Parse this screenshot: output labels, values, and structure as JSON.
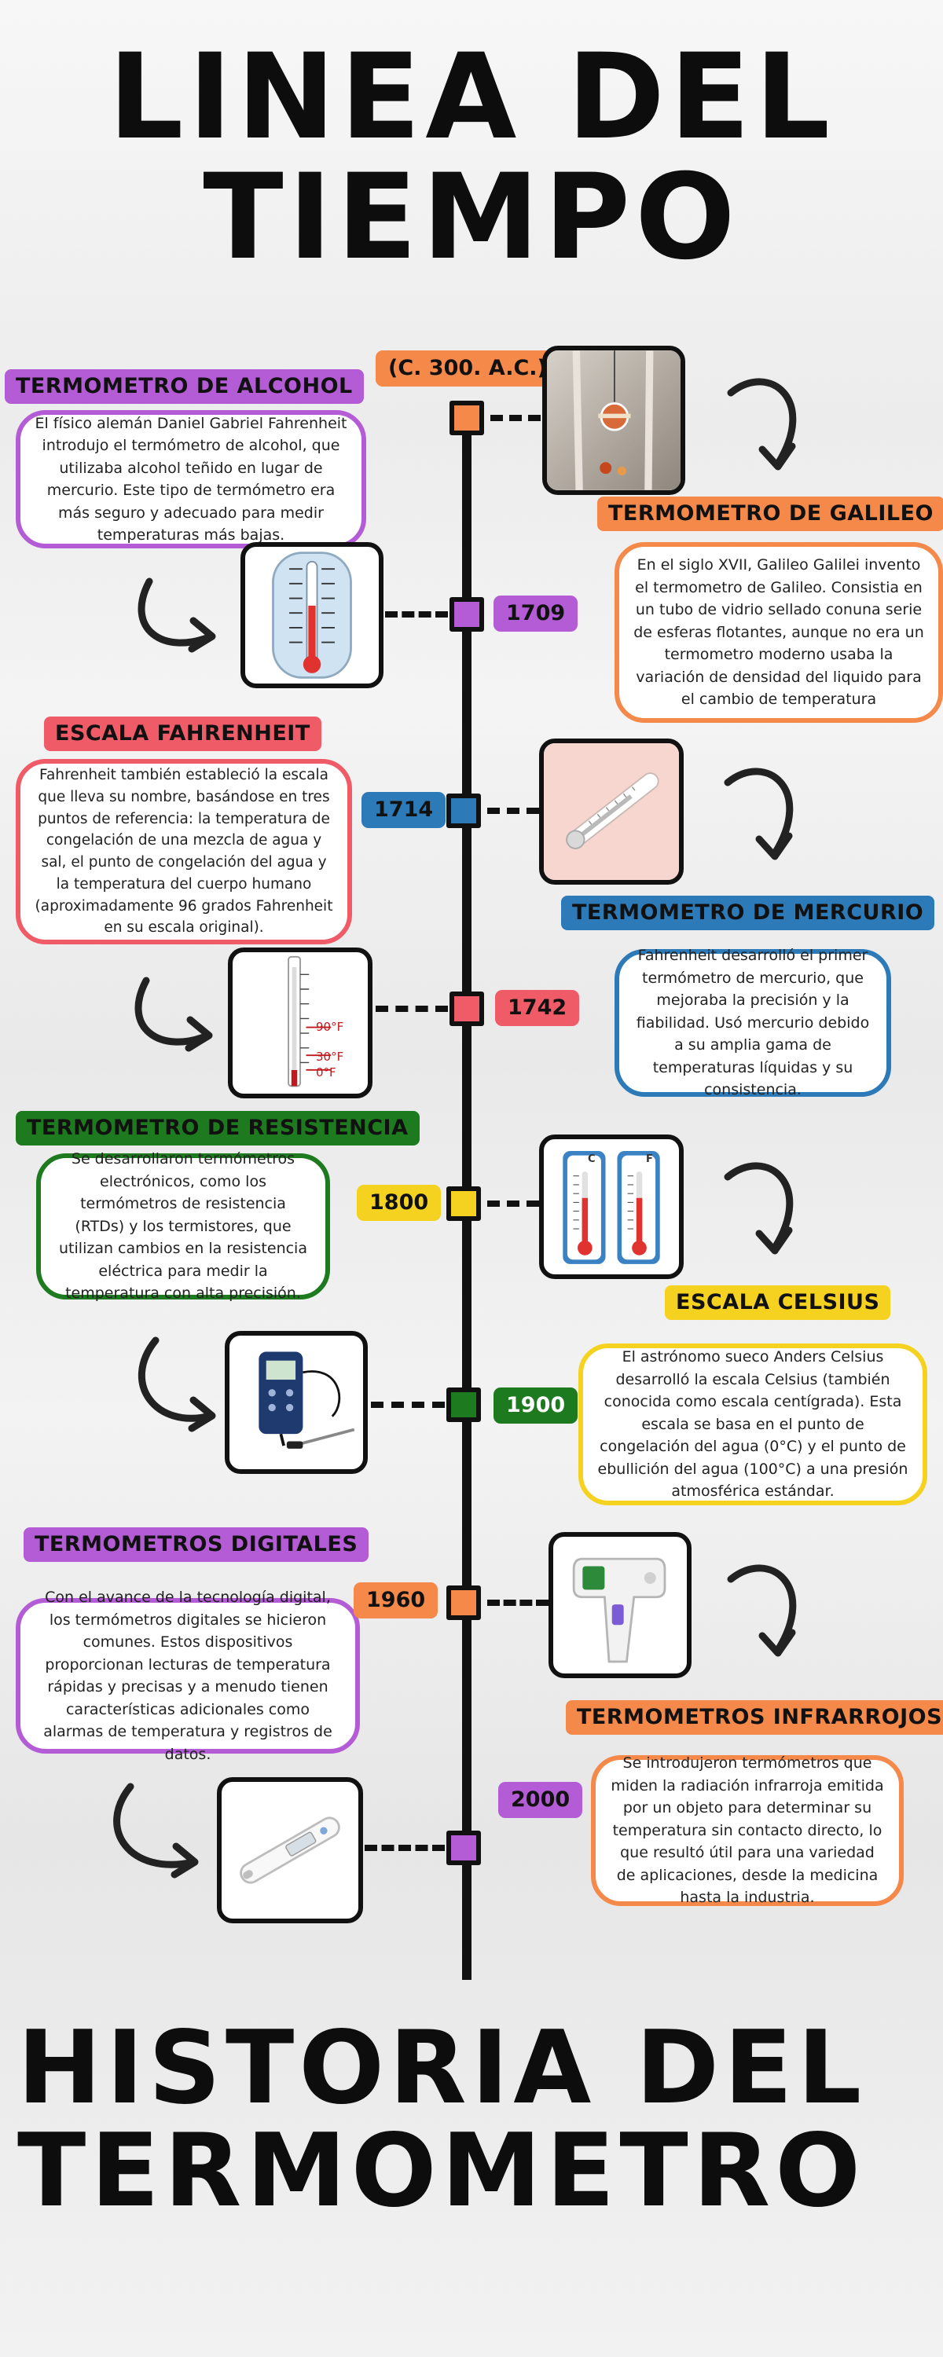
{
  "header": {
    "title": "LINEA DEL TIEMPO"
  },
  "footer": {
    "title": "HISTORIA DEL TERMOMETRO"
  },
  "colors": {
    "purple": "#b45cd6",
    "orange": "#f4894a",
    "blue": "#2d7ab8",
    "red": "#ef5c68",
    "green": "#1e7a1e",
    "yellow": "#f5d21f",
    "spine": "#111111"
  },
  "events": [
    {
      "year": "(C. 300. A.C.)",
      "title": "TERMOMETRO DE ALCOHOL",
      "description": "El físico alemán Daniel Gabriel Fahrenheit introdujo el termómetro de alcohol, que utilizaba alcohol teñido en lugar de mercurio. Este tipo de termómetro era más seguro y adecuado para medir temperaturas más bajas.",
      "icon": "hanging-thermometer-photo"
    },
    {
      "year": "1709",
      "title": "TERMOMETRO DE GALILEO",
      "description": "En el siglo XVII, Galileo Galilei invento el termometro de Galileo. Consistia en un tubo de vidrio sellado conuna serie de esferas flotantes, aunque no era un termometro moderno usaba la variación de densidad del liquido para el cambio de temperatura",
      "icon": "dial-thermometer-image"
    },
    {
      "year": "1714",
      "title": "ESCALA FAHRENHEIT",
      "description": "Fahrenheit también estableció la escala que lleva su nombre, basándose en tres puntos de referencia: la temperatura de congelación de una mezcla de agua y sal, el punto de congelación del agua y la temperatura del cuerpo humano (aproximadamente 96 grados Fahrenheit en su escala original).",
      "icon": "glass-thermometer-photo"
    },
    {
      "year": "1742",
      "title": "TERMOMETRO DE MERCURIO",
      "description": "Fahrenheit desarrolló el primer termómetro de mercurio, que mejoraba la precisión y la fiabilidad. Usó mercurio debido a su amplia gama de temperaturas líquidas y su consistencia.",
      "icon": "fahrenheit-scale-image",
      "scale_labels": [
        "90°F",
        "30°F",
        "0°F"
      ]
    },
    {
      "year": "1800",
      "title": "TERMOMETRO DE RESISTENCIA",
      "description": "Se desarrollaron termómetros electrónicos, como los termómetros de resistencia (RTDs) y los termistores, que utilizan cambios en la resistencia eléctrica para medir la temperatura con alta precisión.",
      "icon": "celsius-fahrenheit-thermometers-image",
      "scale_labels": [
        "C",
        "F"
      ]
    },
    {
      "year": "1900",
      "title": "ESCALA CELSIUS",
      "description": "El astrónomo sueco Anders Celsius desarrolló la escala Celsius (también conocida como escala centígrada). Esta escala se basa en el punto de congelación del agua (0°C) y el punto de ebullición del agua (100°C) a una presión atmosférica estándar.",
      "icon": "probe-thermometer-device-image"
    },
    {
      "year": "1960",
      "title": "TERMOMETROS DIGITALES",
      "description": "Con el avance de la tecnología digital, los termómetros digitales se hicieron comunes. Estos dispositivos proporcionan lecturas de temperatura rápidas y precisas y a menudo tienen características adicionales como alarmas de temperatura y registros de datos.",
      "icon": "infrared-gun-thermometer-image"
    },
    {
      "year": "2000",
      "title": "TERMOMETROS INFRARROJOS",
      "description": "Se introdujeron termómetros que miden la radiación infrarroja emitida por un objeto para determinar su temperatura sin contacto directo, lo que resultó útil para una variedad de aplicaciones, desde la medicina hasta la industria.",
      "icon": "digital-stick-thermometer-image"
    }
  ]
}
